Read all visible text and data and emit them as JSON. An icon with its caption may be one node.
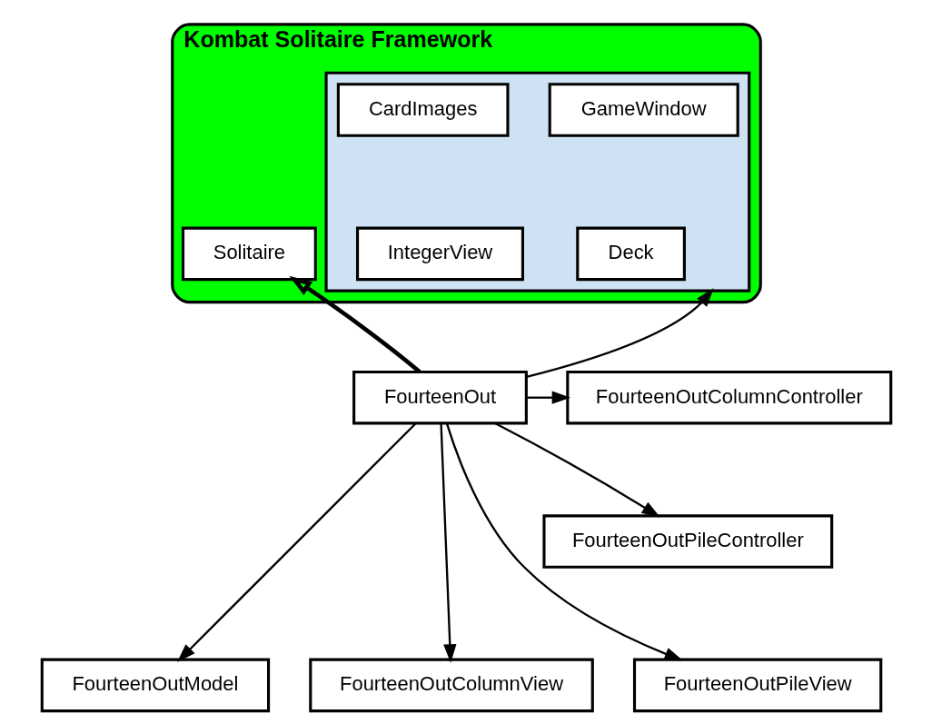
{
  "diagram": {
    "nodes": [
      {
        "text": [
          "Kombat Solitaire Framework"
        ]
      },
      {
        "text": [],
        "shape": "box",
        "in": 0
      },
      {
        "text": [
          "GameWindow"
        ],
        "in": 1
      },
      {
        "text": [
          "CardImages"
        ],
        "in": 1
      },
      {
        "text": [
          "Deck"
        ],
        "in": 1
      },
      {
        "text": [
          "IntegerView"
        ],
        "in": 1
      },
      {
        "text": [
          "Solitaire"
        ],
        "in": 0
      },
      {
        "text": [
          "FourteenOut"
        ]
      },
      {
        "text": [
          "FourteenOutColumnController"
        ]
      },
      {
        "text": [
          "FourteenOutPileController"
        ]
      },
      {
        "text": [
          "FourteenOutModel"
        ]
      },
      {
        "text": [
          "FourteenOutColumnView"
        ]
      },
      {
        "text": [
          "FourteenOutPileView"
        ]
      }
    ],
    "edges": [
      {
        "from": 7,
        "to": 6,
        "arrow": "to",
        "style": "thick"
      },
      {
        "from": 7,
        "to": 1,
        "arrow": "to"
      },
      {
        "from": 7,
        "to": 8,
        "arrow": "to"
      },
      {
        "from": 7,
        "to": 9,
        "arrow": "to"
      },
      {
        "from": 7,
        "to": 10,
        "arrow": "to"
      },
      {
        "from": 7,
        "to": 11,
        "arrow": "to"
      },
      {
        "from": 7,
        "to": 12,
        "arrow": "to"
      }
    ]
  }
}
